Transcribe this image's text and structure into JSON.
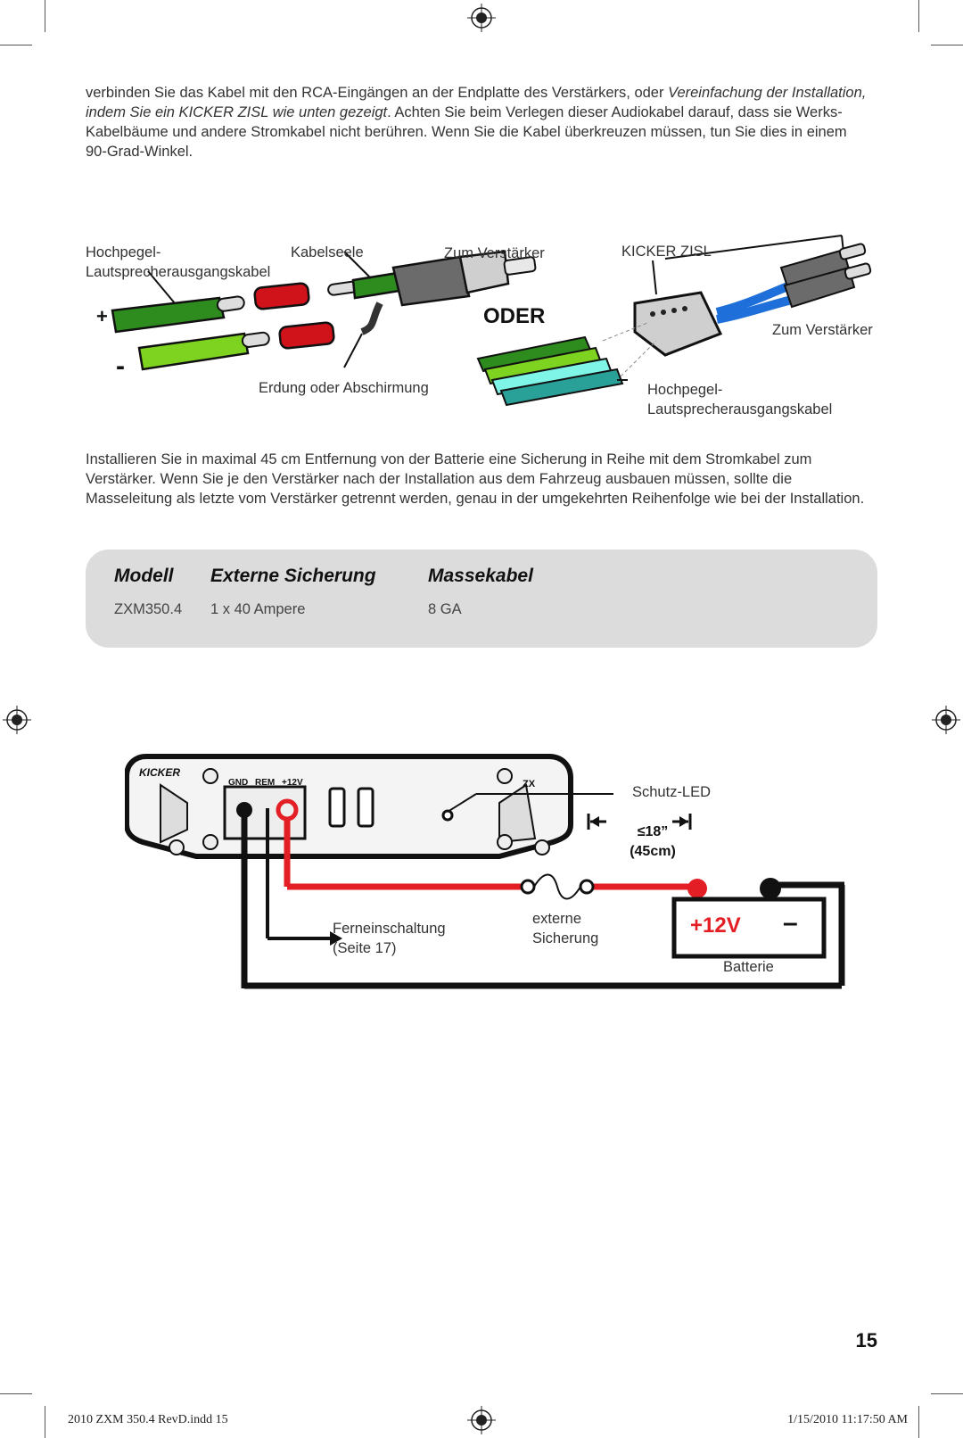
{
  "intro": {
    "part1": "verbinden Sie das Kabel mit den RCA-Eingängen an der Endplatte des Verstärkers, oder ",
    "italic": "Vereinfachung der Installation, indem Sie ein KICKER ZISL wie unten gezeigt",
    "part2": ". Achten Sie beim Verlegen dieser Audiokabel darauf, dass sie Werks-Kabelbäume und andere Stromkabel nicht berühren. Wenn Sie die Kabel überkreuzen müssen, tun Sie dies in einem 90-Grad-Winkel."
  },
  "wiring_figure": {
    "label_highlevel_left_1": "Hochpegel-",
    "label_highlevel_left_2": "Lautsprecherausgangskabel",
    "label_cable_core": "Kabelseele",
    "label_to_amp_left": "Zum Verstärker",
    "label_kicker_zisl": "KICKER ZISL",
    "label_oder": "ODER",
    "label_to_amp_right": "Zum Verstärker",
    "label_ground": "Erdung oder Abschirmung",
    "label_highlevel_right_1": "Hochpegel-",
    "label_highlevel_right_2": "Lautsprecherausgangskabel",
    "plus_sign": "+",
    "minus_sign": "-"
  },
  "fuse_paragraph": "Installieren Sie in maximal 45 cm Entfernung von der Batterie eine Sicherung in Reihe mit dem Stromkabel zum Verstärker. Wenn Sie je den Verstärker nach der Installation aus dem Fahrzeug ausbauen müssen, sollte die Masseleitung als letzte vom Verstärker getrennt werden, genau in der umgekehrten Reihenfolge wie bei der Installation.",
  "spec_table": {
    "headers": [
      "Modell",
      "Externe Sicherung",
      "Massekabel"
    ],
    "row": [
      "ZXM350.4",
      "1 x 40 Ampere",
      "8 GA"
    ]
  },
  "power_figure": {
    "brand": "KICKER",
    "terminal_gnd": "GND",
    "terminal_rem": "REM",
    "terminal_12v": "+12V",
    "badge_zx": "ZX",
    "label_led": "Schutz-LED",
    "distance_line1": "≤18”",
    "distance_line2": "(45cm)",
    "label_remote_1": "Ferneinschaltung",
    "label_remote_2": "(Seite 17)",
    "label_fuse_1": "externe",
    "label_fuse_2": "Sicherung",
    "battery_plus": "+12V",
    "battery_minus": "–",
    "label_battery": "Batterie"
  },
  "page_number": "15",
  "slug_left": "2010 ZXM 350.4 RevD.indd   15",
  "slug_right": "1/15/2010   11:17:50 AM",
  "colors": {
    "red": "#e31e24",
    "black": "#111111",
    "table_bg": "#dcdcdc",
    "green_dark": "#2e8b1e",
    "green_light": "#7ed321",
    "blue": "#1e6fd9"
  }
}
